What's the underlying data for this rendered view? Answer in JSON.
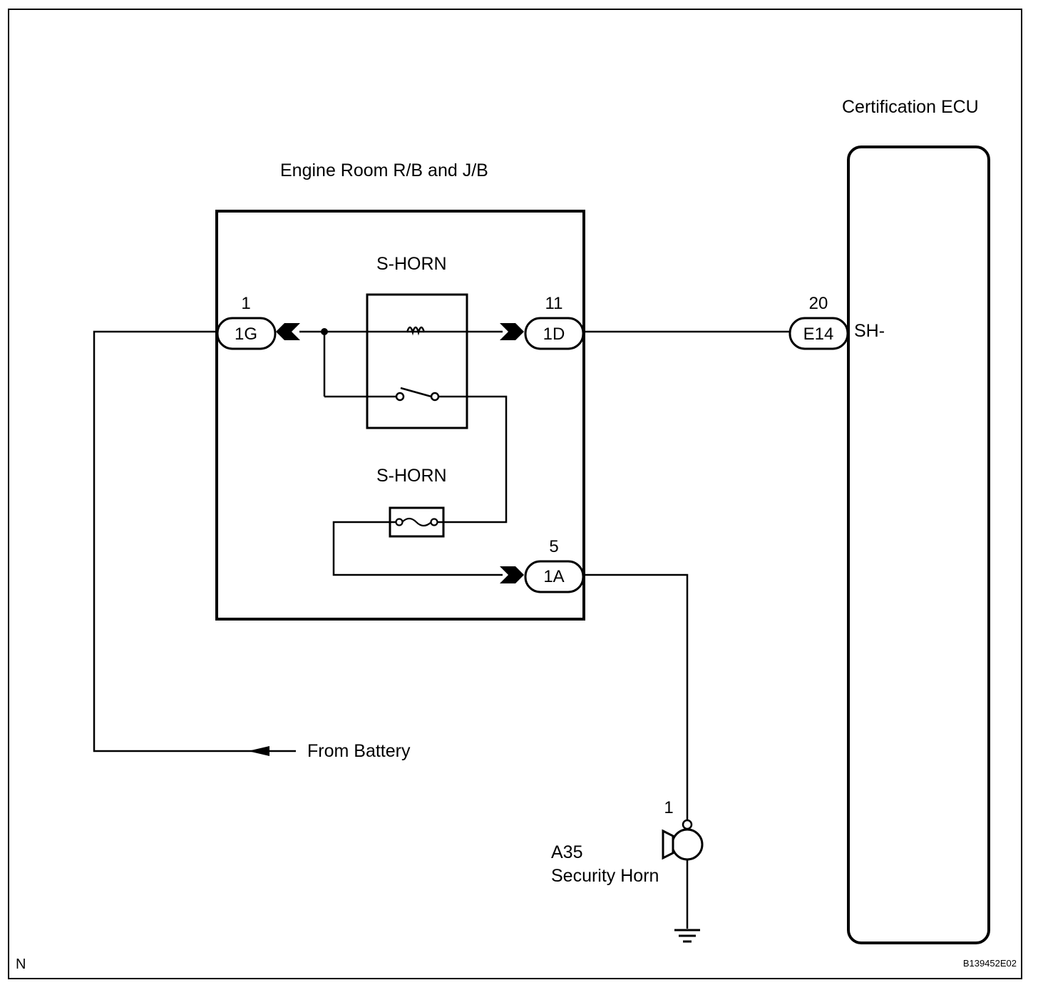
{
  "labels": {
    "ecu_title": "Certification ECU",
    "junction_block_title": "Engine Room R/B and J/B",
    "relay_label": "S-HORN",
    "fuse_label": "S-HORN",
    "ecu_terminal": "SH-",
    "from_battery": "From Battery",
    "horn_code": "A35",
    "horn_name": "Security Horn",
    "corner_mark": "N",
    "figure_id": "B139452E02"
  },
  "connectors": {
    "c1g": {
      "code": "1G",
      "pin": "1"
    },
    "c1d": {
      "code": "1D",
      "pin": "11"
    },
    "c1a": {
      "code": "1A",
      "pin": "5"
    },
    "e14": {
      "code": "E14",
      "pin": "20"
    }
  },
  "horn_pin": "1"
}
